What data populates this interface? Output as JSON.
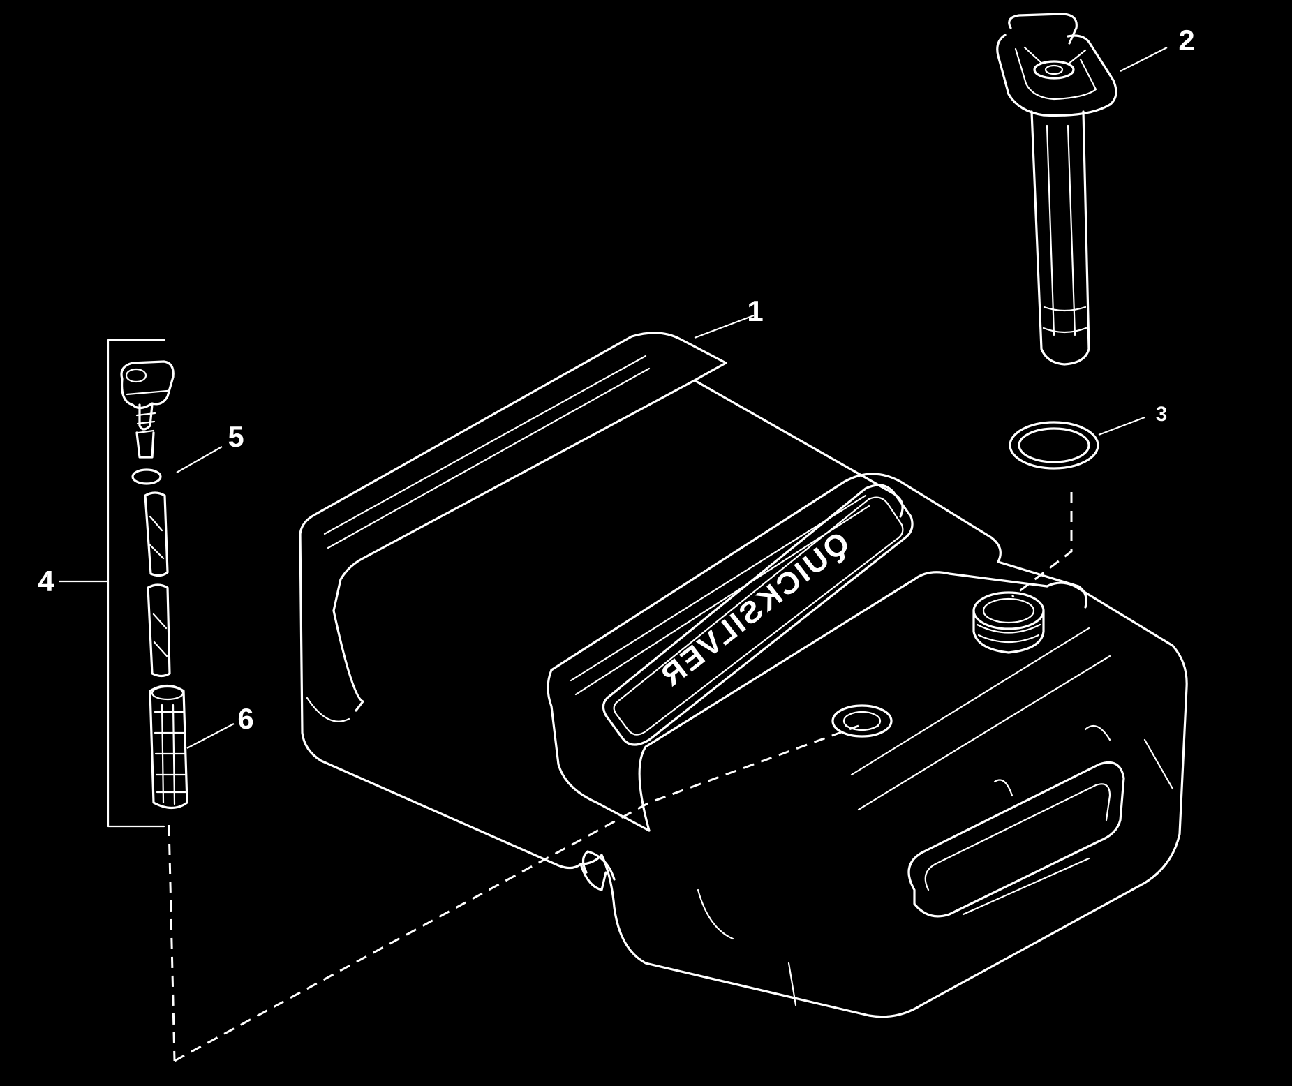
{
  "diagram": {
    "brand_text": "QUICKSILVER",
    "callouts": [
      "1",
      "2",
      "3",
      "4",
      "5",
      "6"
    ]
  }
}
